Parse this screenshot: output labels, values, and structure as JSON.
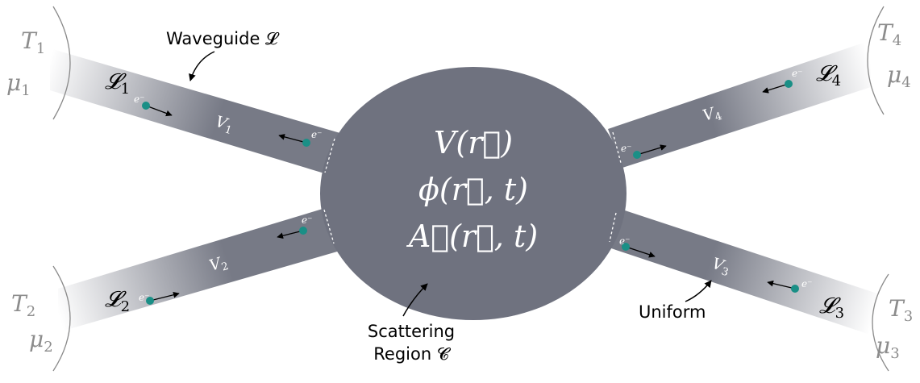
{
  "colors": {
    "lead": "#777a86",
    "region": "#6f727f",
    "electron": "#1a8f86",
    "reservoir_line": "#8a8a8a",
    "reservoir_text": "#8c8c8c",
    "on_dark_text": "#ffffff",
    "label_text": "#000000"
  },
  "region": {
    "potential": "V(r⃗)",
    "scalar_potential": "ϕ(r⃗, t)",
    "vector_potential": "A⃗(r⃗, t)"
  },
  "reservoirs": [
    {
      "temperature": "T",
      "temperature_sub": "1",
      "chemical_potential": "μ",
      "chemical_potential_sub": "1"
    },
    {
      "temperature": "T",
      "temperature_sub": "2",
      "chemical_potential": "μ",
      "chemical_potential_sub": "2"
    },
    {
      "temperature": "T",
      "temperature_sub": "3",
      "chemical_potential": "μ",
      "chemical_potential_sub": "3"
    },
    {
      "temperature": "T",
      "temperature_sub": "4",
      "chemical_potential": "μ",
      "chemical_potential_sub": "4"
    }
  ],
  "leads": [
    {
      "name": "𝓛",
      "sub": "1",
      "voltage": "V",
      "voltage_sub": "1"
    },
    {
      "name": "𝓛",
      "sub": "2",
      "voltage": "V",
      "voltage_sub": "2"
    },
    {
      "name": "𝓛",
      "sub": "3",
      "voltage": "V",
      "voltage_sub": "3"
    },
    {
      "name": "𝓛",
      "sub": "4",
      "voltage": "V",
      "voltage_sub": "4"
    }
  ],
  "electron_label": "e⁻",
  "annotations": {
    "waveguide": "Waveguide 𝓛",
    "uniform": "Uniform",
    "scattering_line1": "Scattering",
    "scattering_line2": "Region 𝓒"
  },
  "icons": [
    "electron-icon",
    "arrow-icon"
  ]
}
